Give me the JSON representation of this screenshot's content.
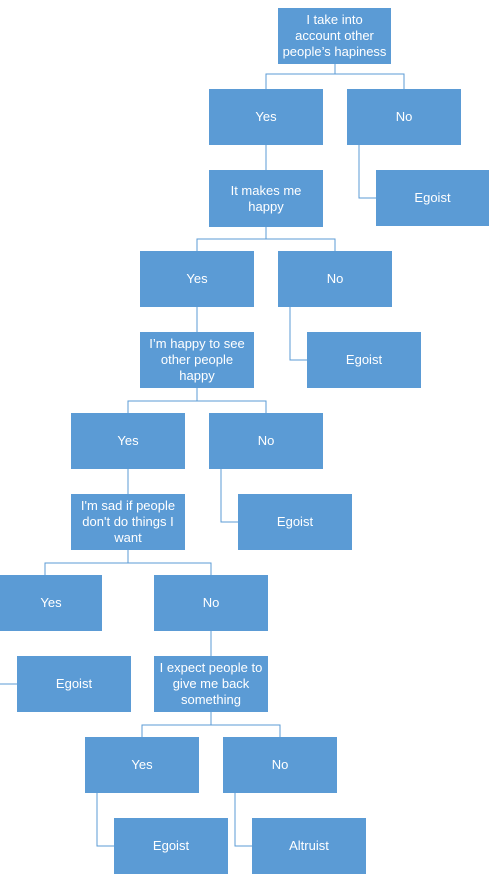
{
  "colors": {
    "box_fill": "#5b9bd5",
    "box_text": "#ffffff",
    "connector": "#5b9bd5"
  },
  "nodes": {
    "q1": "I take into account other people’s hapiness",
    "q1_yes": "Yes",
    "q1_no": "No",
    "q1_no_result": "Egoist",
    "q2": "It makes me happy",
    "q2_yes": "Yes",
    "q2_no": "No",
    "q2_no_result": "Egoist",
    "q3": "I’m happy to see other people happy",
    "q3_yes": "Yes",
    "q3_no": "No",
    "q3_no_result": "Egoist",
    "q4": "I'm sad if people don't do things I want",
    "q4_yes": "Yes",
    "q4_no": "No",
    "q4_yes_result": "Egoist",
    "q5": "I expect people to give me back something",
    "q5_yes": "Yes",
    "q5_no": "No",
    "q5_yes_result": "Egoist",
    "q5_no_result": "Altruist"
  }
}
